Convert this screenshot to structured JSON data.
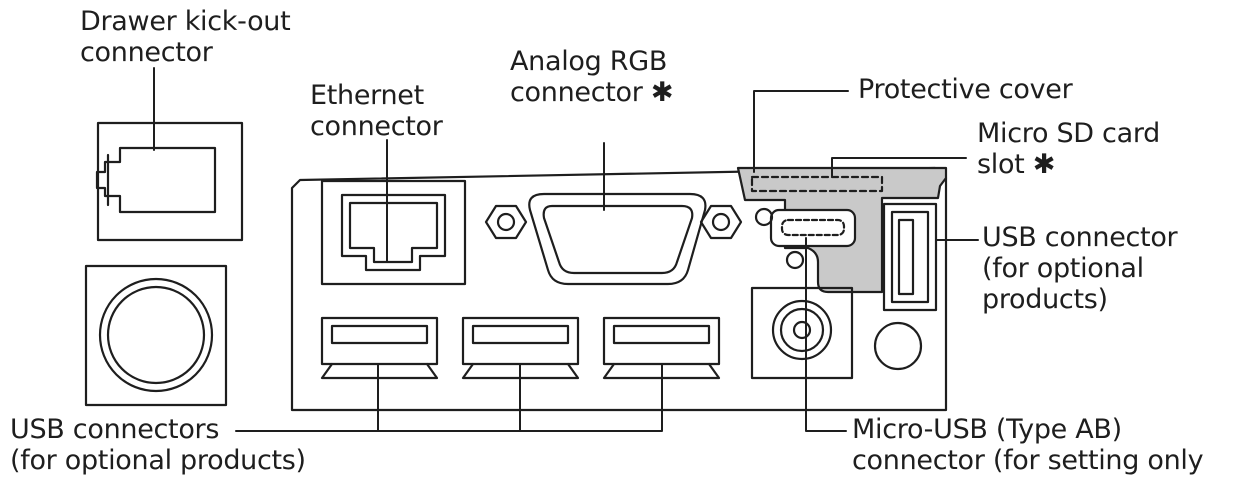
{
  "labels": {
    "drawer_kickout": [
      "Drawer kick-out",
      "connector"
    ],
    "ethernet": [
      "Ethernet",
      "connector"
    ],
    "analog_rgb": [
      "Analog RGB",
      "connector ✱"
    ],
    "protective_cover": [
      "Protective cover"
    ],
    "micro_sd": [
      "Micro SD card",
      "slot ✱"
    ],
    "usb_right": [
      "USB connector",
      "(for optional",
      "products)"
    ],
    "usb_bottom": [
      "USB connectors",
      "(for optional products)"
    ],
    "micro_usb": [
      "Micro-USB (Type AB)",
      "connector (for setting only"
    ]
  },
  "colors": {
    "stroke": "#1e1e1e",
    "cover_fill": "#c9c9c9",
    "panel_fill": "#ffffff"
  }
}
